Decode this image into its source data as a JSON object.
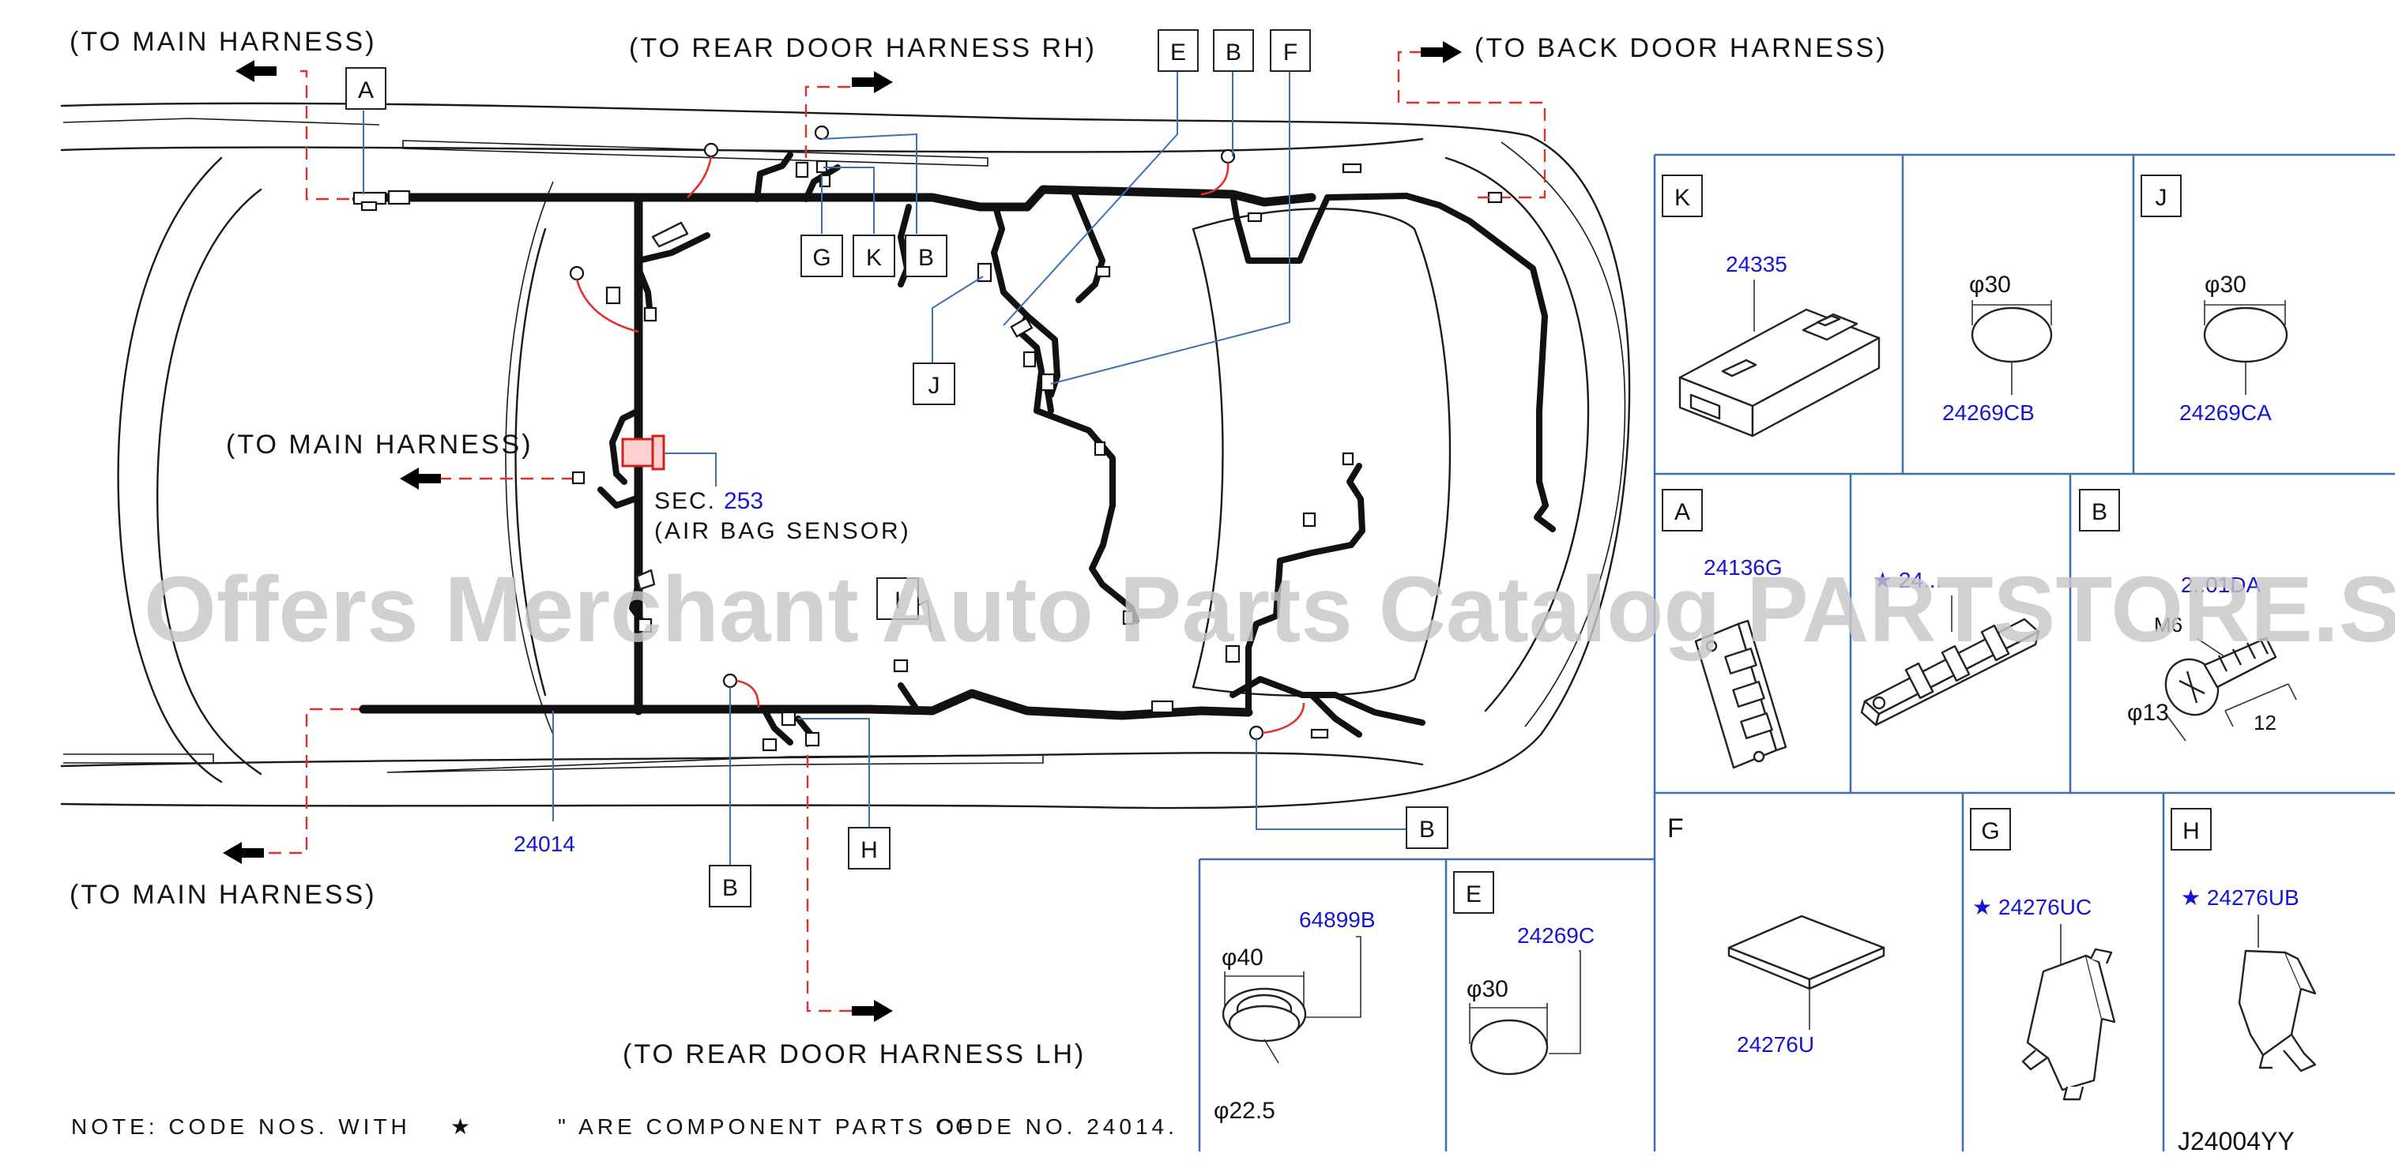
{
  "directions": {
    "main_harness_top": "(TO  MAIN  HARNESS)",
    "rear_door_rh": "(TO  REAR  DOOR  HARNESS  RH)",
    "back_door": "(TO  BACK  DOOR  HARNESS)",
    "main_harness_mid": "(TO  MAIN  HARNESS)",
    "main_harness_bottom": "(TO  MAIN  HARNESS)",
    "rear_door_lh": "(TO  REAR  DOOR  HARNESS  LH)"
  },
  "sensor": {
    "sec_label": "SEC.",
    "sec_number": "253",
    "sensor_label": "(AIR  BAG  SENSOR)"
  },
  "main_part_number": "24014",
  "callouts": {
    "top_A": "A",
    "top_E": "E",
    "top_B": "B",
    "top_F": "F",
    "mid_G": "G",
    "mid_K": "K",
    "mid_B": "B",
    "mid_J": "J",
    "center_I": "I",
    "low_B_right": "B",
    "low_H": "H",
    "low_B_left": "B"
  },
  "panels": {
    "K": {
      "letter": "K",
      "part": "24335"
    },
    "CB": {
      "symbol": "φ30",
      "part": "24269CB"
    },
    "J": {
      "letter": "J",
      "symbol": "φ30",
      "part": "24269CA"
    },
    "A": {
      "letter": "A",
      "part": "24136G"
    },
    "I": {
      "part": "★ 24..."
    },
    "B": {
      "letter": "B",
      "part": "2..01DA",
      "thread": "M6",
      "dia": "φ13",
      "len": "12"
    },
    "C": {
      "symbol_outer": "φ40",
      "symbol_inner": "φ22.5",
      "part": "64899B"
    },
    "E": {
      "letter": "E",
      "symbol": "φ30",
      "part": "24269C"
    },
    "F": {
      "letter": "F",
      "part": "24276U"
    },
    "G": {
      "letter": "G",
      "part": "★ 24276UC"
    },
    "H": {
      "letter": "H",
      "part": "★ 24276UB"
    }
  },
  "note": {
    "text1": "NOTE:  CODE  NOS.  WITH  ",
    "star": "★",
    "text2": "\"  ARE  COMPONENT  PARTS  OF",
    "text3": "CODE  NO.  24014."
  },
  "diagram_code": "J24004YY",
  "watermark": "Offers Merchant Auto Parts Catalog PARTSTORE.SA"
}
